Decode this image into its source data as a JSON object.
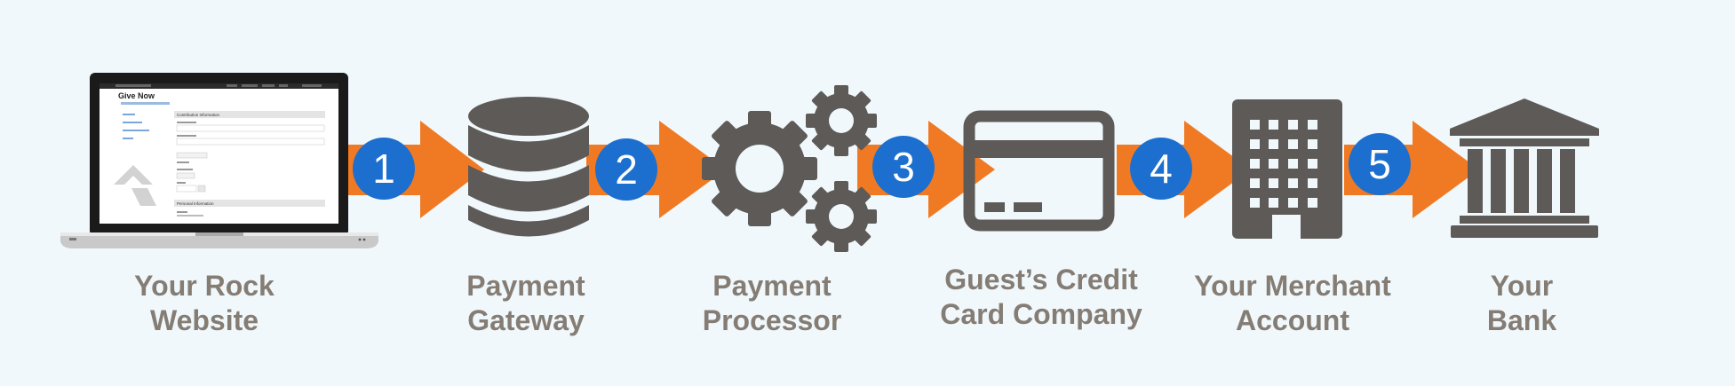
{
  "colors": {
    "background": "#f0f8fc",
    "arrow": "#f07a23",
    "step_circle": "#1c6fcf",
    "icon": "#5d5a57",
    "label_text": "#857d74"
  },
  "steps": [
    {
      "number": "1"
    },
    {
      "number": "2"
    },
    {
      "number": "3"
    },
    {
      "number": "4"
    },
    {
      "number": "5"
    }
  ],
  "nodes": [
    {
      "icon": "laptop-icon",
      "line1": "Your Rock",
      "line2": "Website"
    },
    {
      "icon": "database-icon",
      "line1": "Payment",
      "line2": "Gateway"
    },
    {
      "icon": "gears-icon",
      "line1": "Payment",
      "line2": "Processor"
    },
    {
      "icon": "credit-card-icon",
      "line1": "Guest’s Credit",
      "line2": "Card Company"
    },
    {
      "icon": "office-building-icon",
      "line1": "Your Merchant",
      "line2": "Account"
    },
    {
      "icon": "bank-icon",
      "line1": "Your",
      "line2": "Bank"
    }
  ],
  "laptop_screen": {
    "page_title": "Give Now",
    "section_contribution": "Contribution Information",
    "section_personal": "Personal Information"
  }
}
